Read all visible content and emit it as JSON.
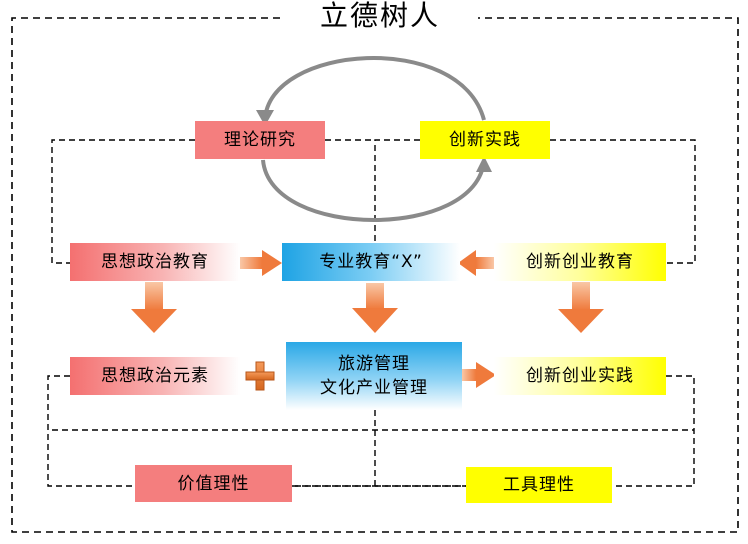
{
  "title": "立德树人",
  "top": {
    "theory": "理论研究",
    "practice": "创新实践"
  },
  "row1": {
    "left": "思想政治教育",
    "center": "专业教育“X”",
    "right": "创新创业教育"
  },
  "row2": {
    "left": "思想政治元素",
    "center_line1": "旅游管理",
    "center_line2": "文化产业管理",
    "right": "创新创业实践"
  },
  "bottom": {
    "left": "价值理性",
    "right": "工具理性"
  },
  "colors": {
    "red": "#f47e7e",
    "yellow": "#ffff00",
    "blue": "#1ea3e4",
    "arrow_orange": "#f07a3c",
    "cycle_gray": "#8a8a8a"
  }
}
